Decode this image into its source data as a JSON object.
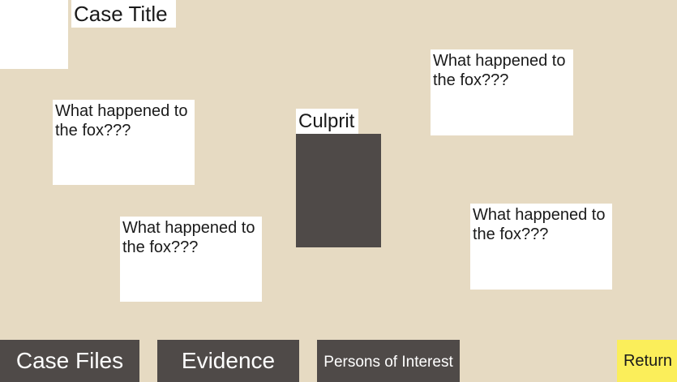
{
  "header": {
    "title": "Case Title"
  },
  "board": {
    "notes": [
      {
        "text": "What happened to the fox???"
      },
      {
        "text": "What happened to the fox???"
      },
      {
        "text": "What happened to the fox???"
      },
      {
        "text": "What happened to the fox???"
      }
    ],
    "culprit_label": "Culprit"
  },
  "nav": {
    "case_files": "Case Files",
    "evidence": "Evidence",
    "persons_of_interest": "Persons of Interest",
    "return": "Return"
  },
  "colors": {
    "background": "#e6dac2",
    "panel": "#ffffff",
    "button": "#4f4a48",
    "return_button": "#fbee5a"
  }
}
